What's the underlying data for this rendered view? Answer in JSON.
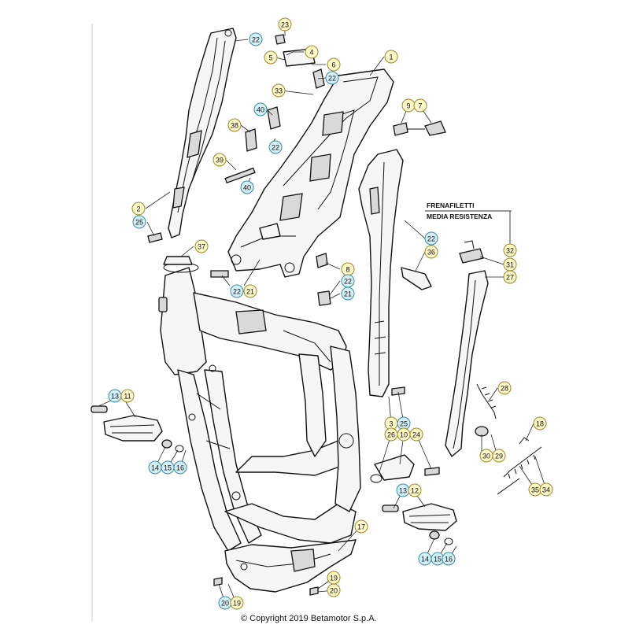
{
  "copyright": "© Copyright 2019 Betamotor S.p.A.",
  "note": {
    "line1": "FRENAFILETTI",
    "line2": "MEDIA RESISTENZA"
  },
  "callouts": [
    {
      "id": "c23",
      "label": "23",
      "style": "y"
    },
    {
      "id": "c22a",
      "label": "22",
      "style": "c"
    },
    {
      "id": "c4",
      "label": "4",
      "style": "y"
    },
    {
      "id": "c5",
      "label": "5",
      "style": "y"
    },
    {
      "id": "c6",
      "label": "6",
      "style": "y"
    },
    {
      "id": "c22b",
      "label": "22",
      "style": "c"
    },
    {
      "id": "c1",
      "label": "1",
      "style": "y"
    },
    {
      "id": "c33",
      "label": "33",
      "style": "y"
    },
    {
      "id": "c40a",
      "label": "40",
      "style": "c"
    },
    {
      "id": "c9",
      "label": "9",
      "style": "y"
    },
    {
      "id": "c7",
      "label": "7",
      "style": "y"
    },
    {
      "id": "c38",
      "label": "38",
      "style": "y"
    },
    {
      "id": "c22c",
      "label": "22",
      "style": "c"
    },
    {
      "id": "c39",
      "label": "39",
      "style": "y"
    },
    {
      "id": "c40b",
      "label": "40",
      "style": "c"
    },
    {
      "id": "c2",
      "label": "2",
      "style": "y"
    },
    {
      "id": "c25a",
      "label": "25",
      "style": "c"
    },
    {
      "id": "c22d",
      "label": "22",
      "style": "c"
    },
    {
      "id": "c32",
      "label": "32",
      "style": "y"
    },
    {
      "id": "c37",
      "label": "37",
      "style": "y"
    },
    {
      "id": "c36",
      "label": "36",
      "style": "y"
    },
    {
      "id": "c31",
      "label": "31",
      "style": "y"
    },
    {
      "id": "c8",
      "label": "8",
      "style": "y"
    },
    {
      "id": "c27",
      "label": "27",
      "style": "y"
    },
    {
      "id": "c22e",
      "label": "22",
      "style": "c"
    },
    {
      "id": "c22f",
      "label": "22",
      "style": "c"
    },
    {
      "id": "c21a",
      "label": "21",
      "style": "y"
    },
    {
      "id": "c21b",
      "label": "21",
      "style": "c"
    },
    {
      "id": "c13a",
      "label": "13",
      "style": "c"
    },
    {
      "id": "c11",
      "label": "11",
      "style": "y"
    },
    {
      "id": "c28",
      "label": "28",
      "style": "y"
    },
    {
      "id": "c3",
      "label": "3",
      "style": "y"
    },
    {
      "id": "c25b",
      "label": "25",
      "style": "c"
    },
    {
      "id": "c26",
      "label": "26",
      "style": "y"
    },
    {
      "id": "c10",
      "label": "10",
      "style": "y"
    },
    {
      "id": "c24",
      "label": "24",
      "style": "y"
    },
    {
      "id": "c18",
      "label": "18",
      "style": "y"
    },
    {
      "id": "c30",
      "label": "30",
      "style": "y"
    },
    {
      "id": "c29",
      "label": "29",
      "style": "y"
    },
    {
      "id": "c14a",
      "label": "14",
      "style": "c"
    },
    {
      "id": "c15a",
      "label": "15",
      "style": "c"
    },
    {
      "id": "c16a",
      "label": "16",
      "style": "c"
    },
    {
      "id": "c35",
      "label": "35",
      "style": "y"
    },
    {
      "id": "c34",
      "label": "34",
      "style": "y"
    },
    {
      "id": "c13b",
      "label": "13",
      "style": "c"
    },
    {
      "id": "c12",
      "label": "12",
      "style": "y"
    },
    {
      "id": "c17",
      "label": "17",
      "style": "y"
    },
    {
      "id": "c14b",
      "label": "14",
      "style": "c"
    },
    {
      "id": "c15b",
      "label": "15",
      "style": "c"
    },
    {
      "id": "c16b",
      "label": "16",
      "style": "c"
    },
    {
      "id": "c19a",
      "label": "19",
      "style": "y"
    },
    {
      "id": "c20a",
      "label": "20",
      "style": "y"
    },
    {
      "id": "c20b",
      "label": "20",
      "style": "c"
    },
    {
      "id": "c19b",
      "label": "19",
      "style": "y"
    }
  ]
}
